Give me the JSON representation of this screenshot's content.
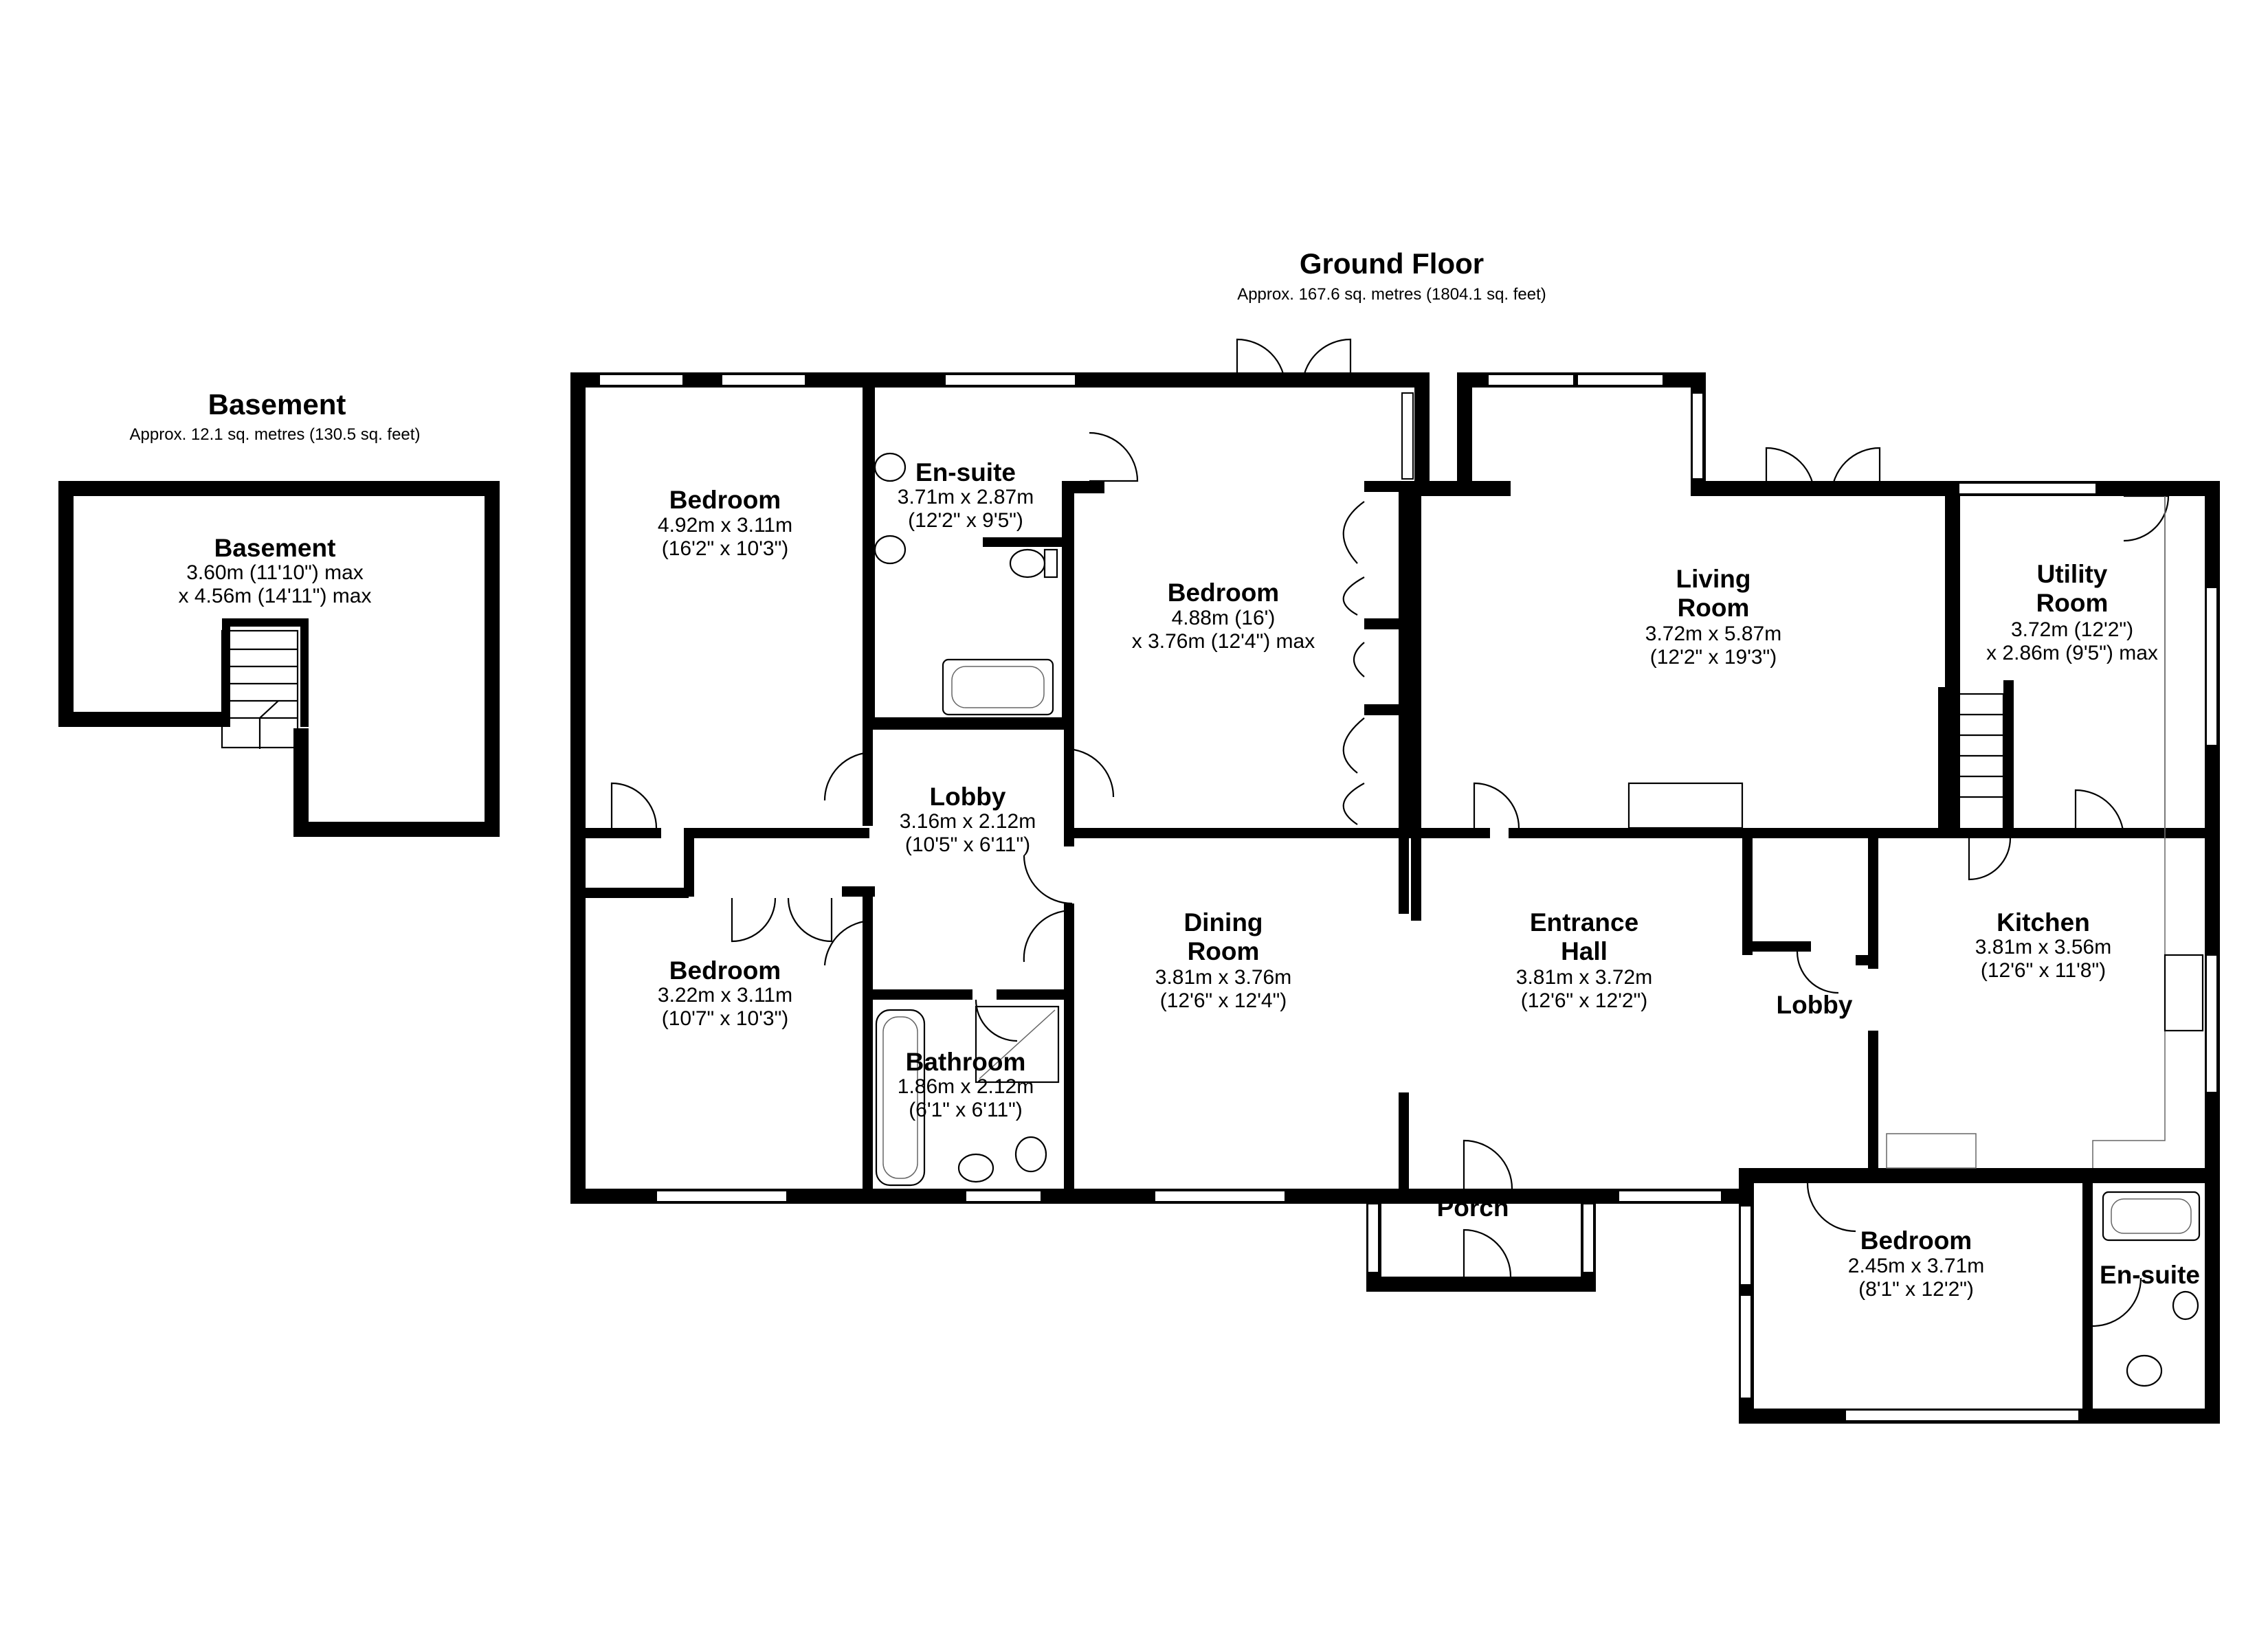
{
  "floors": {
    "ground": {
      "title": "Ground Floor",
      "area": "Approx. 167.6 sq. metres (1804.1 sq. feet)"
    },
    "basement": {
      "title": "Basement",
      "area": "Approx. 12.1 sq. metres (130.5 sq. feet)"
    }
  },
  "rooms": [
    {
      "id": "basement",
      "name": [
        "Basement"
      ],
      "dims": [
        "3.60m (11'10\") max",
        "x 4.56m (14'11\") max"
      ]
    },
    {
      "id": "bedroom-1",
      "name": [
        "Bedroom"
      ],
      "dims": [
        "4.92m x 3.11m",
        "(16'2\" x 10'3\")"
      ]
    },
    {
      "id": "ensuite-1",
      "name": [
        "En-suite"
      ],
      "dims": [
        "3.71m x 2.87m",
        "(12'2\" x 9'5\")"
      ]
    },
    {
      "id": "bedroom-2",
      "name": [
        "Bedroom"
      ],
      "dims": [
        "4.88m (16')",
        "x 3.76m (12'4\") max"
      ]
    },
    {
      "id": "living-room",
      "name": [
        "Living",
        "Room"
      ],
      "dims": [
        "3.72m x 5.87m",
        "(12'2\" x 19'3\")"
      ]
    },
    {
      "id": "utility-room",
      "name": [
        "Utility",
        "Room"
      ],
      "dims": [
        "3.72m (12'2\")",
        "x 2.86m (9'5\") max"
      ]
    },
    {
      "id": "lobby-1",
      "name": [
        "Lobby"
      ],
      "dims": [
        "3.16m x 2.12m",
        "(10'5\" x 6'11\")"
      ]
    },
    {
      "id": "bedroom-3",
      "name": [
        "Bedroom"
      ],
      "dims": [
        "3.22m x 3.11m",
        "(10'7\" x 10'3\")"
      ]
    },
    {
      "id": "dining-room",
      "name": [
        "Dining",
        "Room"
      ],
      "dims": [
        "3.81m x 3.76m",
        "(12'6\" x 12'4\")"
      ]
    },
    {
      "id": "entrance-hall",
      "name": [
        "Entrance",
        "Hall"
      ],
      "dims": [
        "3.81m x 3.72m",
        "(12'6\" x 12'2\")"
      ]
    },
    {
      "id": "kitchen",
      "name": [
        "Kitchen"
      ],
      "dims": [
        "3.81m x 3.56m",
        "(12'6\" x 11'8\")"
      ]
    },
    {
      "id": "lobby-2",
      "name": [
        "Lobby"
      ],
      "dims": []
    },
    {
      "id": "bathroom",
      "name": [
        "Bathroom"
      ],
      "dims": [
        "1.86m x 2.12m",
        "(6'1\" x 6'11\")"
      ]
    },
    {
      "id": "porch",
      "name": [
        "Porch"
      ],
      "dims": []
    },
    {
      "id": "bedroom-4",
      "name": [
        "Bedroom"
      ],
      "dims": [
        "2.45m x 3.71m",
        "(8'1\" x 12'2\")"
      ]
    },
    {
      "id": "ensuite-2",
      "name": [
        "En-suite"
      ],
      "dims": []
    }
  ]
}
